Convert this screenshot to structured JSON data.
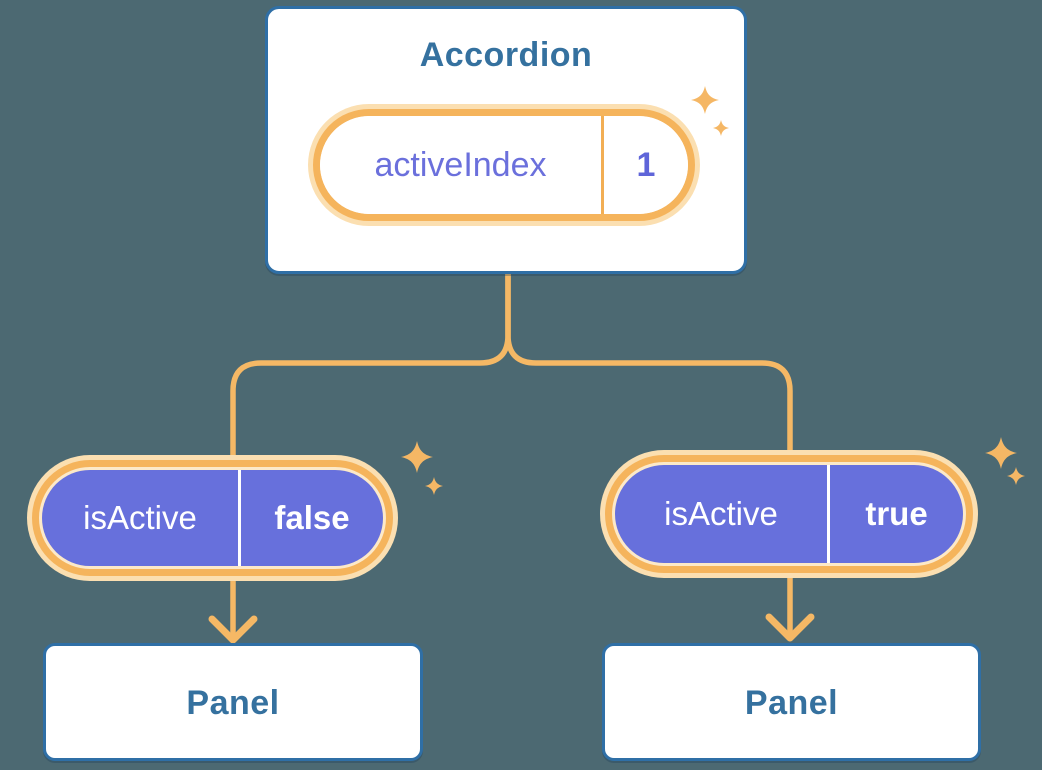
{
  "canvas": {
    "background_color": "#4C6972"
  },
  "colors": {
    "card_fill": "#FFFFFF",
    "card_border": "#2F6FA6",
    "heading_text": "#35719F",
    "pill_ring_orange": "#F5B45C",
    "pill_halo": "#FBDFB1",
    "connector_orange": "#F5B865",
    "prop_pill_purple": "#6770DC",
    "state_label_indigo": "#6B70DC",
    "state_value_indigo": "#5F65D9",
    "prop_text_white": "#FFFFFF",
    "sparkle_orange": "#F5B765"
  },
  "accordion": {
    "title": "Accordion",
    "state": {
      "label": "activeIndex",
      "value": "1"
    }
  },
  "branches": [
    {
      "prop": {
        "label": "isActive",
        "value": "false"
      },
      "panel": {
        "title": "Panel"
      }
    },
    {
      "prop": {
        "label": "isActive",
        "value": "true"
      },
      "panel": {
        "title": "Panel"
      }
    }
  ],
  "icons": {
    "sparkle": "four-point-star ✦"
  }
}
